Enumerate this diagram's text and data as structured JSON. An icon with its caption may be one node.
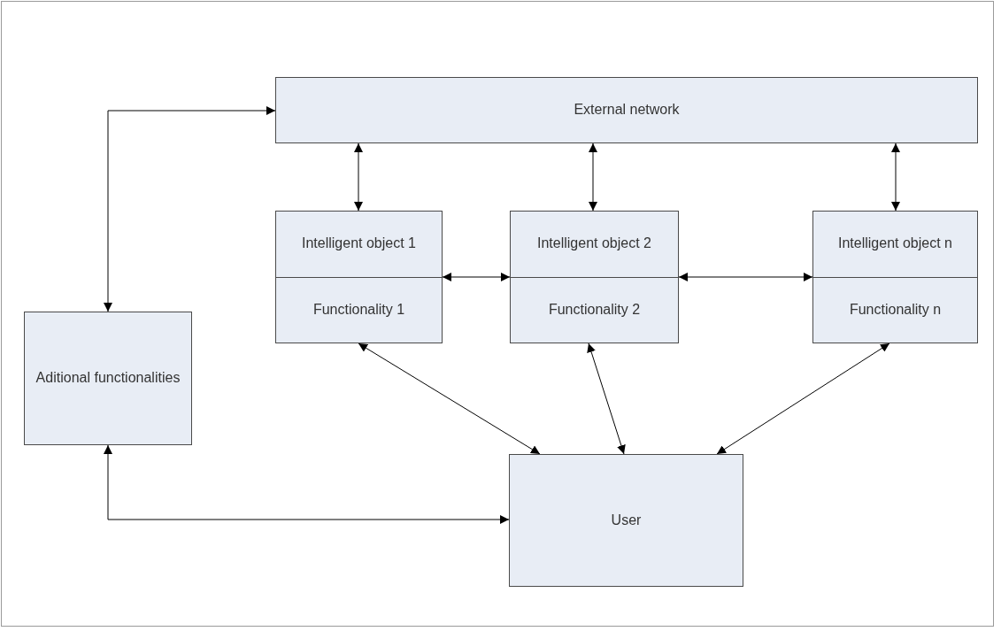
{
  "diagram": {
    "nodes": [
      {
        "text": [
          "External network"
        ]
      },
      {
        "text": [
          "Intelligent object 1",
          "Functionality 1"
        ]
      },
      {
        "text": [
          "Intelligent object 2",
          "Functionality 2"
        ]
      },
      {
        "text": [
          "Intelligent object n",
          "Functionality n"
        ]
      },
      {
        "text": [
          "Aditional functionalities"
        ]
      },
      {
        "text": [
          "User"
        ]
      }
    ],
    "edges": [
      {
        "from": 4,
        "to": 0,
        "arrow": "both"
      },
      {
        "from": 0,
        "to": 1,
        "arrow": "both"
      },
      {
        "from": 0,
        "to": 2,
        "arrow": "both"
      },
      {
        "from": 0,
        "to": 3,
        "arrow": "both"
      },
      {
        "from": 1,
        "to": 2,
        "arrow": "both"
      },
      {
        "from": 2,
        "to": 3,
        "arrow": "both"
      },
      {
        "from": 1,
        "to": 5,
        "arrow": "both"
      },
      {
        "from": 2,
        "to": 5,
        "arrow": "both"
      },
      {
        "from": 3,
        "to": 5,
        "arrow": "both"
      },
      {
        "from": 4,
        "to": 5,
        "arrow": "both"
      }
    ]
  }
}
